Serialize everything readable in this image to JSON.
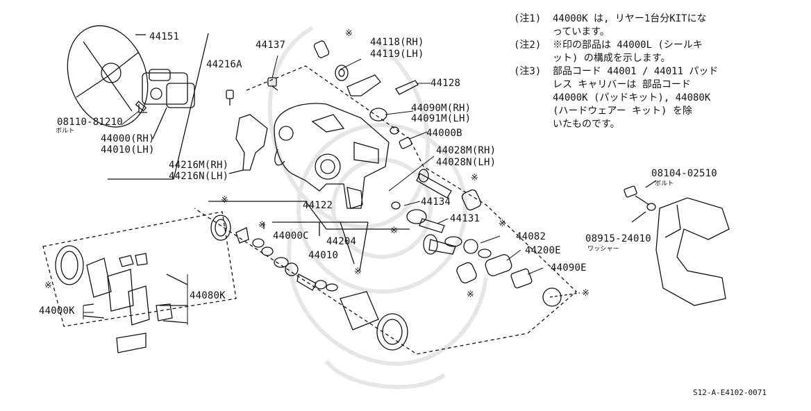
{
  "parts": {
    "p44151": "44151",
    "p44216a": "44216A",
    "p44137": "44137",
    "p44118": "44118(RH)",
    "p44119": "44119(LH)",
    "p44128": "44128",
    "p08110": "08110-81210",
    "bolt1": "ボルト",
    "p44000rh": "44000(RH)",
    "p44010lh": "44010(LH)",
    "p44090m": "44090M(RH)",
    "p44091m": "44091M(LH)",
    "p44000b": "44000B",
    "p44028m": "44028M(RH)",
    "p44028n": "44028N(LH)",
    "p44216m": "44216M(RH)",
    "p44216n": "44216N(LH)",
    "p44122": "44122",
    "p44134": "44134",
    "p44131": "44131",
    "p44000c": "44000C",
    "p44204": "44204",
    "p44010": "44010",
    "p44082": "44082",
    "p44200e": "44200E",
    "p44090e": "44090E",
    "p44080k": "44080K",
    "p44000k": "44000K",
    "p08104": "08104-02510",
    "bolt2": "ボルト",
    "p08915": "08915-24010",
    "washer": "ワッシャー"
  },
  "star_symbol": "※",
  "notes": [
    {
      "tag": "(注1)",
      "text": "44000K は, リヤー1台分KITにな\nっています。"
    },
    {
      "tag": "(注2)",
      "text": "※印の部品は 44000L (シールキ\nット) の構成を示します。"
    },
    {
      "tag": "(注3)",
      "text": "部品コード 44001 / 44011 パッド\nレス キャリバーは 部品コード\n 44000K (パッドキット), 44080K\n (ハードウェアー キット) を除\nいたものです。"
    }
  ],
  "diagram_code": "S12-A-E4102-0071"
}
